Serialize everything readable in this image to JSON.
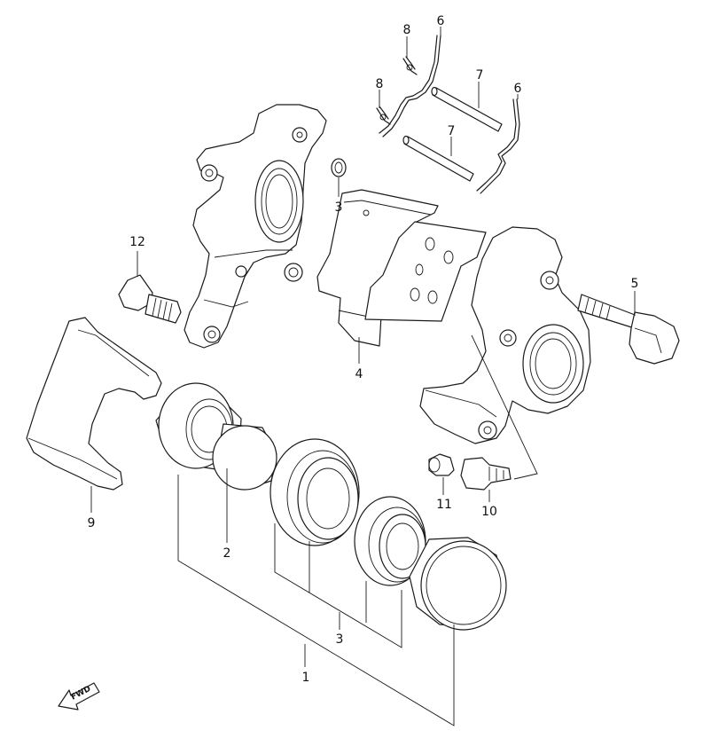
{
  "labels": {
    "c1": "1",
    "c2": "2",
    "c3a": "3",
    "c3b": "3",
    "c4": "4",
    "c5": "5",
    "c6a": "6",
    "c6b": "6",
    "c7a": "7",
    "c7b": "7",
    "c8a": "8",
    "c8b": "8",
    "c9": "9",
    "c10": "10",
    "c11": "11",
    "c12": "12"
  },
  "fwd_text": "FWD"
}
